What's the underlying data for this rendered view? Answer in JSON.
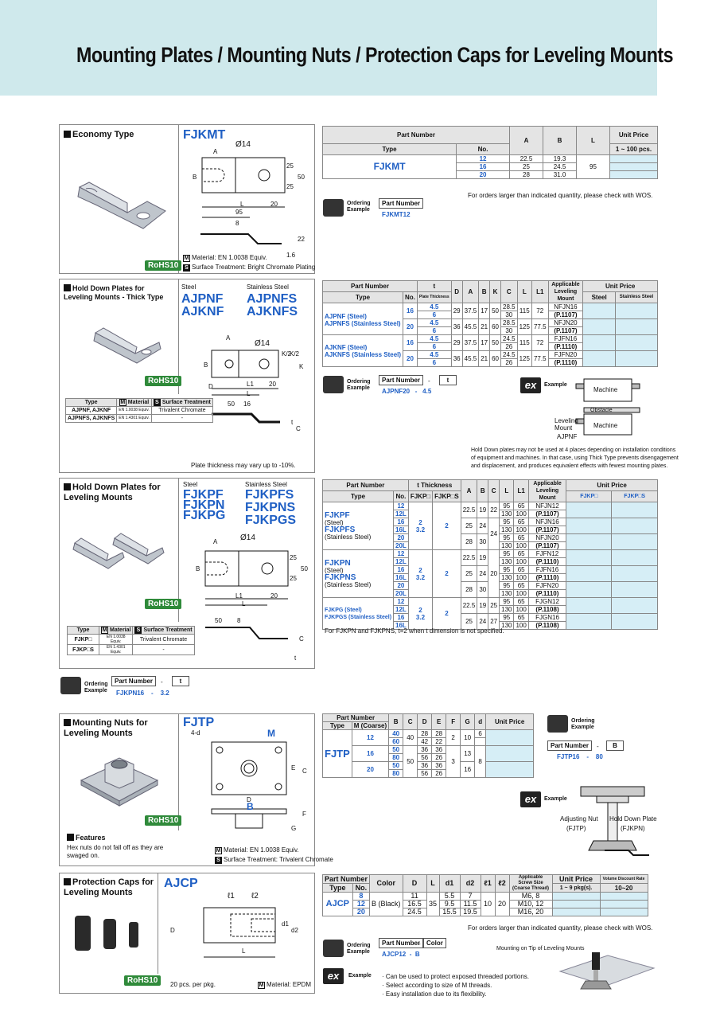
{
  "title": "Mounting Plates / Mounting Nuts / Protection Caps for Leveling Mounts",
  "rohs": "RoHS10",
  "ordering": "Ordering Example",
  "ex": "ex",
  "example": "Example",
  "part_number": "Part Number",
  "dash": "-",
  "s1": {
    "title": "Economy Type",
    "code": "FJKMT",
    "dims": {
      "d14": "Ø14",
      "a": "A",
      "b": "B",
      "n25a": "25",
      "n25b": "25",
      "n50": "50",
      "n20": "20",
      "l": "L",
      "n95": "95",
      "n8": "8",
      "n22": "22",
      "n16": "1.6"
    },
    "material": "Material: EN 1.0038 Equiv.",
    "surface": "Surface Treatment: Bright Chromate Plating",
    "thead": [
      "Part Number",
      "A",
      "B",
      "L",
      "Unit Price"
    ],
    "thead2": [
      "Type",
      "No.",
      "1 ~ 100 pcs."
    ],
    "type": "FJKMT",
    "rows": [
      [
        "12",
        "22.5",
        "19.3"
      ],
      [
        "16",
        "25",
        "24.5"
      ],
      [
        "20",
        "28",
        "31.0"
      ]
    ],
    "L": "95",
    "note": "For orders larger than indicated quantity, please check with WOS.",
    "order": "FJKMT12"
  },
  "s2": {
    "title": "Hold Down Plates for Leveling Mounts - Thick Type",
    "steel": "Steel",
    "stainless": "Stainless Steel",
    "codes": [
      "AJPNF",
      "AJKNF",
      "AJPNFS",
      "AJKNFS"
    ],
    "mat_head": [
      "Type",
      "Material",
      "Surface Treatment"
    ],
    "mat_rows": [
      [
        "AJPNF, AJKNF",
        "EN 1.0038 Equiv.",
        "Trivalent Chromate"
      ],
      [
        "AJPNFS, AJKNFS",
        "EN 1.4301 Equiv.",
        "-"
      ]
    ],
    "note": "Plate thickness may vary up to -10%.",
    "dims": {
      "a": "A",
      "d14": "Ø14",
      "b": "B",
      "d": "D",
      "l1": "L1",
      "l": "L",
      "n20": "20",
      "k2a": "K/2",
      "k2b": "K/2",
      "k": "K",
      "n50": "50",
      "n16": "16",
      "t": "t",
      "c": "C"
    },
    "thead": [
      "Part Number",
      "t",
      "D",
      "A",
      "B",
      "K",
      "C",
      "L",
      "L1",
      "Applicable Leveling Mount",
      "Unit Price"
    ],
    "thead2": [
      "Type",
      "No.",
      "Plate Thickness",
      "Steel",
      "Stainless Steel"
    ],
    "types": [
      "AJPNF (Steel)",
      "AJPNFS (Stainless Steel)",
      "AJKNF (Steel)",
      "AJKNFS (Stainless Steel)"
    ],
    "rows": [
      [
        "16",
        "4.5",
        "6",
        "29",
        "37.5",
        "17",
        "50",
        "28.5",
        "30",
        "115",
        "72",
        "NFJN16",
        "(P.1107)"
      ],
      [
        "20",
        "4.5",
        "6",
        "36",
        "45.5",
        "21",
        "60",
        "28.5",
        "30",
        "125",
        "77.5",
        "NFJN20",
        "(P.1107)"
      ],
      [
        "16",
        "4.5",
        "6",
        "29",
        "37.5",
        "17",
        "50",
        "24.5",
        "26",
        "115",
        "72",
        "FJFN16",
        "(P.1110)"
      ],
      [
        "20",
        "4.5",
        "6",
        "36",
        "45.5",
        "21",
        "60",
        "24.5",
        "26",
        "125",
        "77.5",
        "FJFN20",
        "(P.1110)"
      ]
    ],
    "order": [
      "AJPNF20",
      "4.5"
    ],
    "order_t": "t",
    "machine": "Machine",
    "obstacle": "Obstacle",
    "leveling": "Leveling Mount",
    "ajpnf": "AJPNF",
    "desc": [
      "Hold Down plates may not be used at 4 places depending on installation conditions",
      "of equipment and machines. In that case, using Thick Type prevents disengagement",
      "and displacement, and produces equivalent effects with fewest mounting plates."
    ]
  },
  "s3": {
    "title": "Hold Down Plates for Leveling Mounts",
    "steel": "Steel",
    "stainless": "Stainless Steel",
    "codes": [
      "FJKPF",
      "FJKPN",
      "FJKPG",
      "FJKPFS",
      "FJKPNS",
      "FJKPGS"
    ],
    "mat_head": [
      "Type",
      "Material",
      "Surface Treatment"
    ],
    "mat_rows": [
      [
        "FJKP□",
        "EN 1.0038 Equiv.",
        "Trivalent Chromate"
      ],
      [
        "FJKP□S",
        "EN 1.4301 Equiv.",
        "-"
      ]
    ],
    "dims": {
      "a": "A",
      "d14": "Ø14",
      "b": "B",
      "n25a": "25",
      "n25b": "25",
      "n50": "50",
      "l1": "L1",
      "l": "L",
      "n20": "20",
      "n50b": "50",
      "n8": "8",
      "c": "C",
      "t": "t"
    },
    "thead": [
      "Part Number",
      "t Thickness",
      "A",
      "B",
      "C",
      "L",
      "L1",
      "Applicable Leveling Mount",
      "Unit Price"
    ],
    "thead2": [
      "Type",
      "No.",
      "FJKP□",
      "FJKP□S",
      "FJKP□",
      "FJKP□S"
    ],
    "groups": [
      {
        "name": [
          "FJKPF",
          "(Steel)",
          "FJKPFS",
          "(Stainless Steel)"
        ],
        "nos": [
          "12",
          "12L",
          "16",
          "16L",
          "20",
          "20L"
        ],
        "t1": "2\n3.2",
        "t2": "2",
        "ab": [
          [
            "22.5",
            "19",
            "22"
          ],
          [
            "25",
            "24",
            ""
          ],
          [
            "28",
            "30",
            ""
          ]
        ],
        "c": "24",
        "l": [
          [
            "95",
            "65"
          ],
          [
            "130",
            "100"
          ],
          [
            "95",
            "65"
          ],
          [
            "130",
            "100"
          ],
          [
            "95",
            "65"
          ],
          [
            "130",
            "100"
          ]
        ],
        "mount": [
          [
            "NFJN12",
            "(P.1107)"
          ],
          [
            "NFJN16",
            "(P.1107)"
          ],
          [
            "NFJN20",
            "(P.1107)"
          ]
        ]
      },
      {
        "name": [
          "FJKPN",
          "(Steel)",
          "FJKPNS",
          "(Stainless Steel)"
        ],
        "nos": [
          "12",
          "12L",
          "16",
          "16L",
          "20",
          "20L"
        ],
        "t1": "2\n3.2",
        "t2": "2",
        "ab": [
          [
            "22.5",
            "19"
          ],
          [
            "25",
            "24"
          ],
          [
            "28",
            "30"
          ]
        ],
        "c": "20",
        "l": [
          [
            "95",
            "65"
          ],
          [
            "130",
            "100"
          ],
          [
            "95",
            "65"
          ],
          [
            "130",
            "100"
          ],
          [
            "95",
            "65"
          ],
          [
            "130",
            "100"
          ]
        ],
        "mount": [
          [
            "FJFN12",
            "(P.1110)"
          ],
          [
            "FJFN16",
            "(P.1110)"
          ],
          [
            "FJFN20",
            "(P.1110)"
          ]
        ]
      },
      {
        "name": [
          "FJKPG (Steel)",
          "FJKPGS (Stainless Steel)"
        ],
        "nos": [
          "12",
          "12L",
          "16",
          "16L"
        ],
        "t1": "2\n3.2",
        "t2": "2",
        "ab": [
          [
            "22.5",
            "19",
            "25"
          ],
          [
            "25",
            "24",
            "27"
          ]
        ],
        "l": [
          [
            "95",
            "65"
          ],
          [
            "130",
            "100"
          ],
          [
            "95",
            "65"
          ],
          [
            "130",
            "100"
          ]
        ],
        "mount": [
          [
            "FJGN12",
            "(P.1108)"
          ],
          [
            "FJGN16",
            "(P.1108)"
          ]
        ]
      }
    ],
    "note": "For FJKPN and FJKPNS, t=2 when t dimension is not specified.",
    "order": [
      "FJKPN16",
      "3.2"
    ],
    "order_t": "t"
  },
  "s4": {
    "title": "Mounting Nuts for Leveling Mounts",
    "code": "FJTP",
    "features_h": "Features",
    "features": "Hex nuts do not fall off as they are swaged on.",
    "material": "Material: EN 1.0038 Equiv.",
    "surface": "Surface Treatment: Trivalent Chromate",
    "dims": {
      "d4": "4-d",
      "m": "M",
      "e": "E",
      "c": "C",
      "d": "D",
      "b": "B",
      "f": "F",
      "g": "G"
    },
    "thead": [
      "Part Number",
      "B",
      "C",
      "D",
      "E",
      "F",
      "G",
      "d",
      "Unit Price"
    ],
    "thead2": [
      "Type",
      "M (Coarse)"
    ],
    "type": "FJTP",
    "rows": [
      [
        "12",
        "40",
        "40",
        "28",
        "28",
        "2",
        "10",
        "6"
      ],
      [
        "",
        "60",
        "",
        "42",
        "22",
        "",
        "",
        ""
      ],
      [
        "16",
        "50",
        "50",
        "36",
        "36",
        "3",
        "13",
        "8"
      ],
      [
        "",
        "80",
        "",
        "56",
        "26",
        "",
        "",
        ""
      ],
      [
        "20",
        "50",
        "",
        "36",
        "36",
        "",
        "16",
        ""
      ],
      [
        "",
        "80",
        "",
        "56",
        "26",
        "",
        "",
        ""
      ]
    ],
    "order": [
      "FJTP16",
      "80"
    ],
    "order_b": "B",
    "adj": "Adjusting Nut",
    "adj2": "(FJTP)",
    "hold": "Hold Down Plate",
    "hold2": "(FJKPN)"
  },
  "s5": {
    "title": "Protection Caps for Leveling Mounts",
    "code": "AJCP",
    "dims": {
      "l1": "ℓ1",
      "l2": "ℓ2",
      "d": "D",
      "d1": "d1",
      "d2": "d2",
      "l": "L"
    },
    "pkg": "20 pcs. per pkg.",
    "material": "Material: EPDM",
    "thead": [
      "Part Number",
      "Color",
      "D",
      "L",
      "d1",
      "d2",
      "ℓ1",
      "ℓ2",
      "Applicable Screw Size (Coarse Thread)",
      "Unit Price",
      "Volume Discount Rate"
    ],
    "thead2": [
      "Type",
      "No.",
      "1 ~ 9 pkg(s).",
      "10~20"
    ],
    "type": "AJCP",
    "color": "B (Black)",
    "L": "35",
    "l1": "10",
    "l2": "20",
    "rows": [
      [
        "8",
        "11",
        "5.5",
        "7",
        "M6, 8"
      ],
      [
        "12",
        "16.5",
        "9.5",
        "11.5",
        "M10, 12"
      ],
      [
        "20",
        "24.5",
        "15.5",
        "19.5",
        "M16, 20"
      ]
    ],
    "note": "For orders larger than indicated quantity, please check with WOS.",
    "order": [
      "AJCP12",
      "B"
    ],
    "order_c": "Color",
    "mount_label": "Mounting on Tip of Leveling Mounts",
    "ex_lines": [
      "· Can be used to protect exposed threaded portions.",
      "· Select according to size of M threads.",
      "· Easy installation due to its flexibility."
    ]
  }
}
